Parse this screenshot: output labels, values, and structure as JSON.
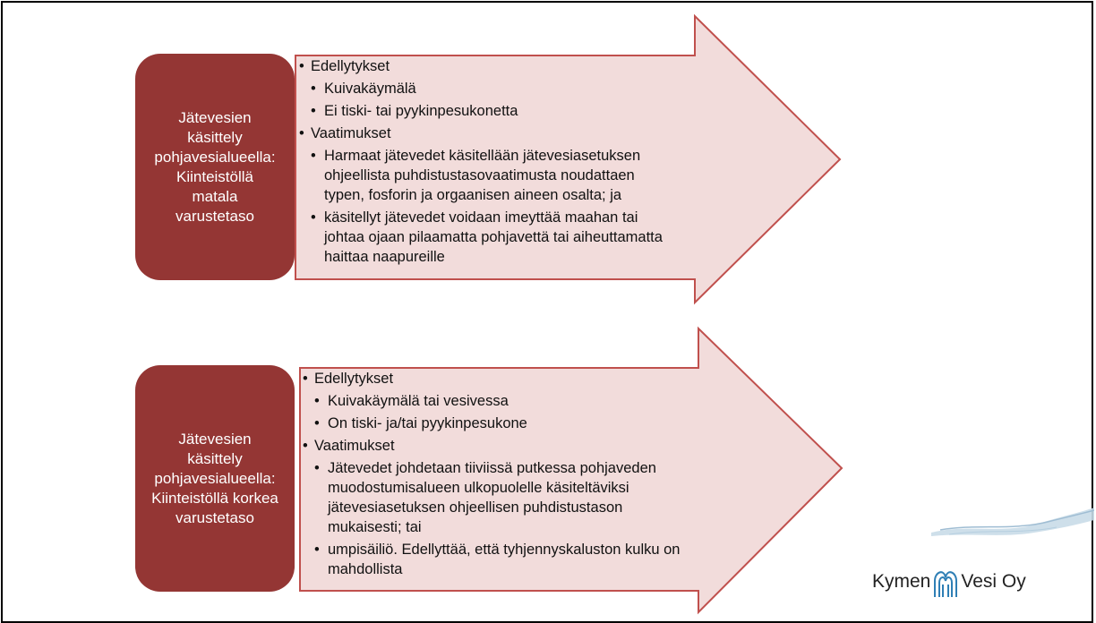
{
  "colors": {
    "side_box": "#943634",
    "arrow_fill": "#f2dcdb",
    "arrow_stroke": "#c0504d"
  },
  "block1": {
    "side_text": [
      "Jätevesien",
      "käsittely",
      "pohjavesialueella:",
      "Kiinteistöllä",
      "matala",
      "varustetaso"
    ],
    "sections": [
      {
        "title": "Edellytykset",
        "items": [
          [
            "Kuivakäymälä"
          ],
          [
            "Ei tiski- tai pyykinpesukonetta"
          ]
        ]
      },
      {
        "title": "Vaatimukset",
        "items": [
          [
            "Harmaat jätevedet käsitellään jätevesiasetuksen",
            "ohjeellista puhdistustasovaatimusta noudattaen",
            "typen, fosforin ja orgaanisen aineen osalta; ja"
          ],
          [
            "käsitellyt jätevedet voidaan imeyttää maahan tai",
            "johtaa ojaan pilaamatta pohjavettä tai aiheuttamatta",
            "haittaa naapureille"
          ]
        ]
      }
    ]
  },
  "block2": {
    "side_text": [
      "Jätevesien",
      "käsittely",
      "pohjavesialueella:",
      "Kiinteistöllä korkea",
      "varustetaso"
    ],
    "sections": [
      {
        "title": "Edellytykset",
        "items": [
          [
            "Kuivakäymälä tai vesivessa"
          ],
          [
            "On tiski- ja/tai pyykinpesukone"
          ]
        ]
      },
      {
        "title": "Vaatimukset",
        "items": [
          [
            "Jätevedet johdetaan tiiviissä putkessa pohjaveden",
            "muodostumisalueen ulkopuolelle käsiteltäviksi",
            "jätevesiasetuksen ohjeellisen puhdistustason",
            "mukaisesti; tai"
          ],
          [
            "umpisäiliö. Edellyttää, että tyhjennyskaluston kulku on",
            "mahdollista"
          ]
        ]
      }
    ]
  },
  "logo": {
    "left_text": "Kymen",
    "right_text": "Vesi Oy",
    "icon": "water-fountain-icon"
  }
}
